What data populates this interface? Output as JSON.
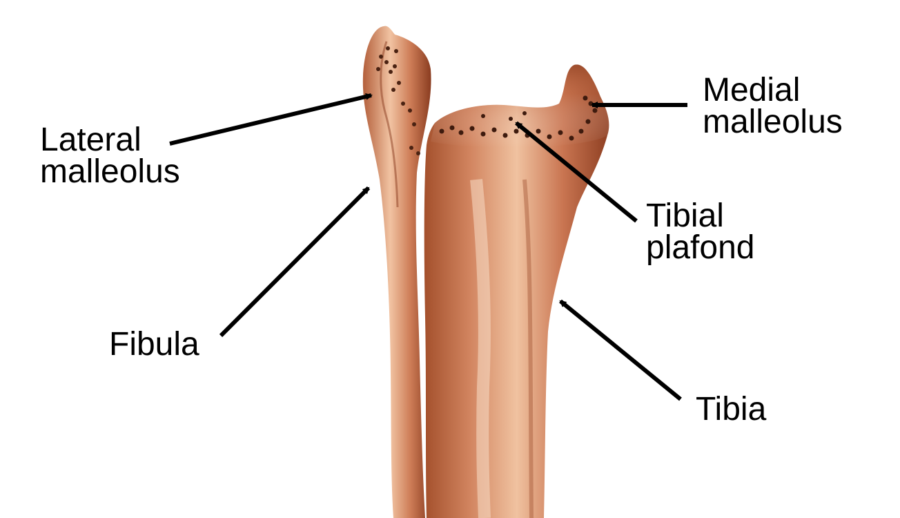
{
  "labels": {
    "lateral_malleolus": [
      "Lateral",
      "malleolus"
    ],
    "medial_malleolus": [
      "Medial",
      "malleolus"
    ],
    "tibial_plafond": [
      "Tibial",
      "plafond"
    ],
    "fibula": "Fibula",
    "tibia": "Tibia"
  },
  "colors": {
    "bone_base": "#c8754e",
    "bone_dark": "#8e3f22",
    "bone_light": "#f3c7a8",
    "arrow": "#000000"
  }
}
